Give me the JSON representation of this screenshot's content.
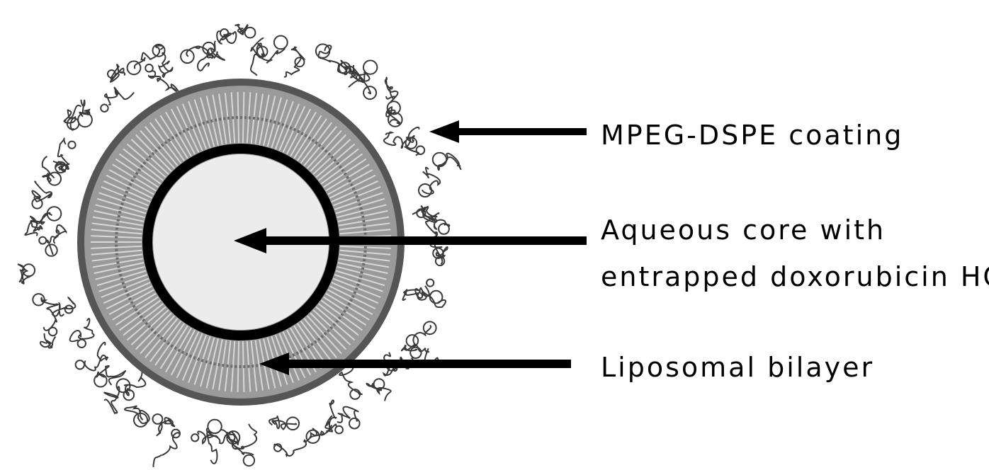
{
  "labels": {
    "coating": "MPEG-DSPE coating",
    "core_line1": "Aqueous core with",
    "core_line2": "entrapped doxorubicin HCl",
    "bilayer": "Liposomal bilayer"
  },
  "colors": {
    "ink": "#000000",
    "core_fill": "#ececec",
    "bilayer_gray": "#7a7a7a",
    "polymer_stroke": "#3a3a3a",
    "background": "#ffffff"
  }
}
